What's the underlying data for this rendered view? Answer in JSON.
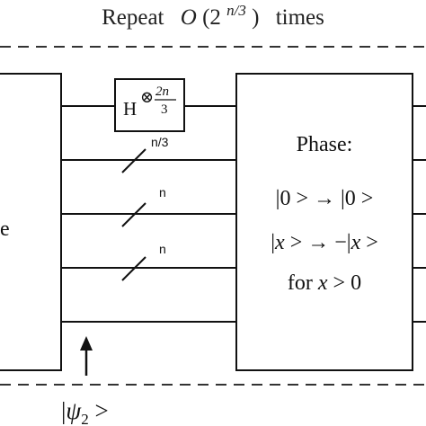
{
  "header": {
    "prefix": "Repeat",
    "big_o": "O",
    "open": "(2",
    "exponent": "n/3",
    "close": ")",
    "suffix": "times"
  },
  "left_box": {
    "partial_label": "e"
  },
  "hadamard_gate": {
    "base": "H",
    "tensor_symbol": "⊗",
    "exp_numerator": "2n",
    "exp_denominator": "3"
  },
  "wire_labels": [
    "n/3",
    "n",
    "n"
  ],
  "phase_box": {
    "title": "Phase:",
    "line1": "|0 > → |0 >",
    "line2_pre": "|",
    "line2_var": "x",
    "line2_post": " > → −|",
    "line2_var2": "x",
    "line2_end": " >",
    "line3_pre": "for ",
    "line3_var": "x",
    "line3_post": " > 0"
  },
  "state_label": {
    "bar": "|",
    "psi": "ψ",
    "sub": "2",
    "ket": " >"
  }
}
